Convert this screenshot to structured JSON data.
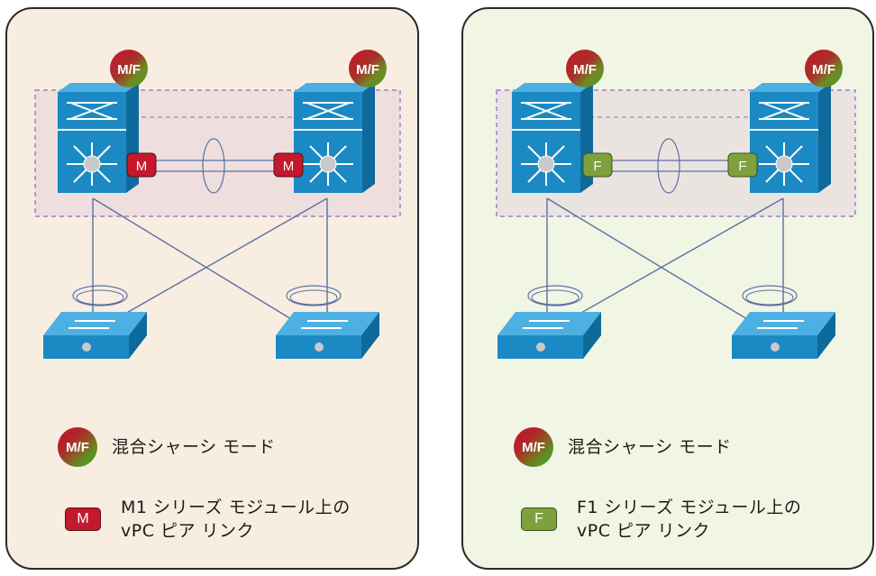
{
  "colors": {
    "left_panel_bg": "#f7eee1",
    "right_panel_bg": "#f1f5e4",
    "m_badge": "#c4192d",
    "f_badge": "#7fa13d",
    "switch_blue": "#1b8ac4",
    "vpc_domain_border": "#a87bc8",
    "link_line": "#5a6fa0"
  },
  "panels": [
    {
      "side": "left",
      "mode_badge": "M/F",
      "peer_badge": "M",
      "peer_color": "#c4192d",
      "legend": {
        "mixed_badge": "M/F",
        "mixed_text": "混合シャーシ モード",
        "peer_badge": "M",
        "peer_text_line1": "M1 シリーズ モジュール上の",
        "peer_text_line2": "vPC ピア リンク"
      }
    },
    {
      "side": "right",
      "mode_badge": "M/F",
      "peer_badge": "F",
      "peer_color": "#7fa13d",
      "legend": {
        "mixed_badge": "M/F",
        "mixed_text": "混合シャーシ モード",
        "peer_badge": "F",
        "peer_text_line1": "F1 シリーズ モジュール上の",
        "peer_text_line2": "vPC ピア リンク"
      }
    }
  ]
}
